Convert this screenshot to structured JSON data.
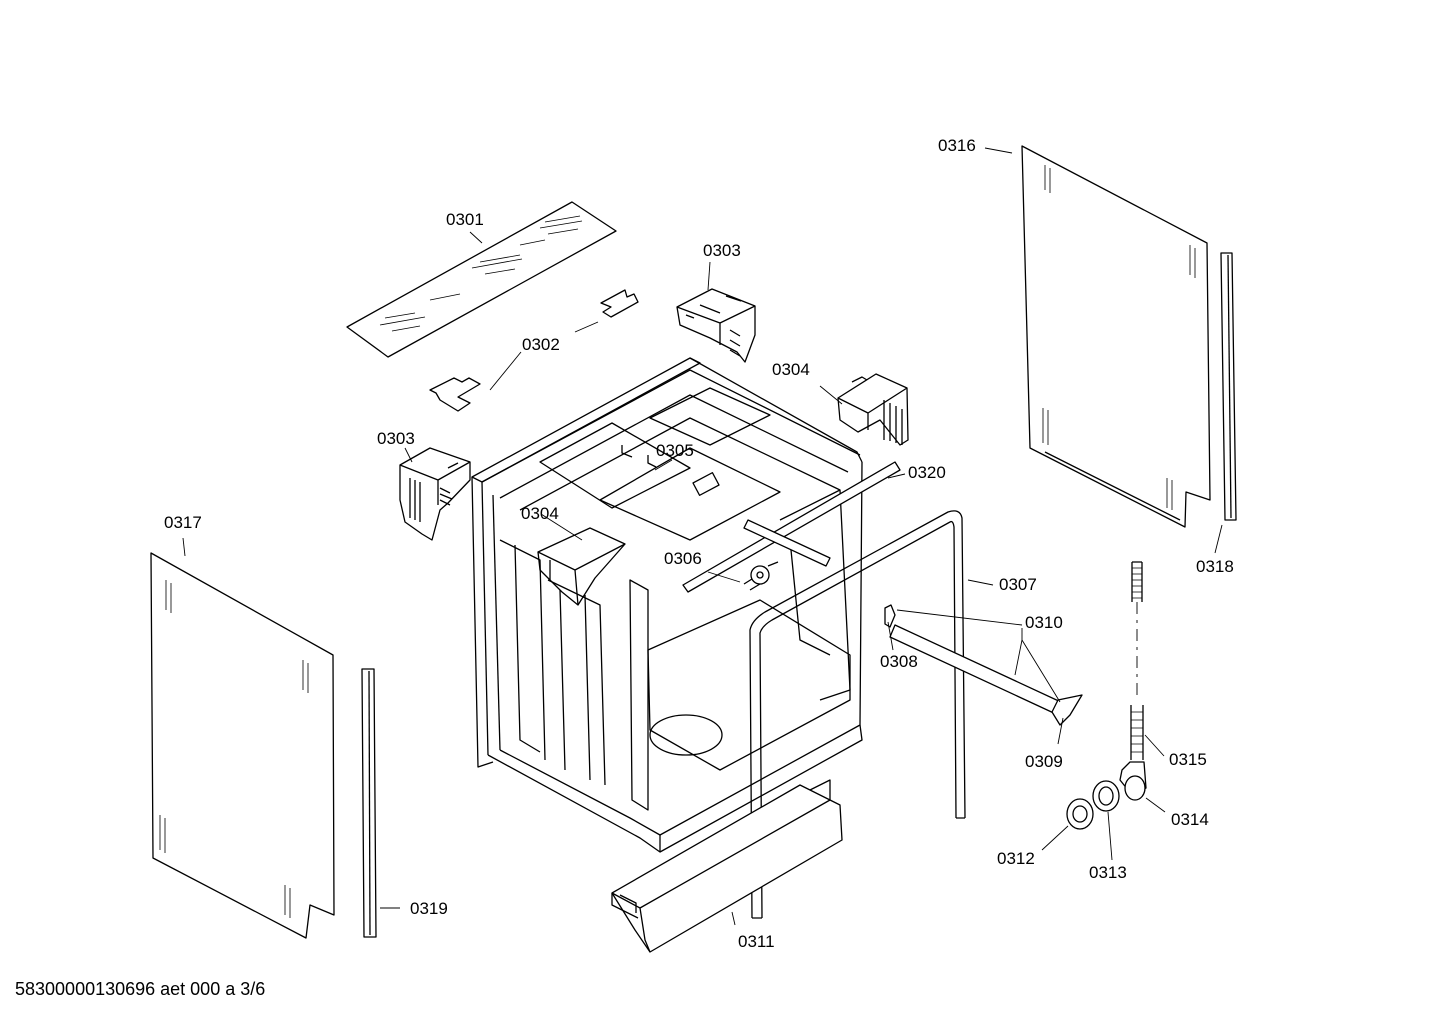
{
  "drawing_id": "58300000130696 aet 000 a 3/6",
  "callouts": {
    "c0301": "0301",
    "c0302": "0302",
    "c0303a": "0303",
    "c0303b": "0303",
    "c0304a": "0304",
    "c0304b": "0304",
    "c0305": "0305",
    "c0306": "0306",
    "c0307": "0307",
    "c0308": "0308",
    "c0309": "0309",
    "c0310": "0310",
    "c0311": "0311",
    "c0312": "0312",
    "c0313": "0313",
    "c0314": "0314",
    "c0315": "0315",
    "c0316": "0316",
    "c0317": "0317",
    "c0318": "0318",
    "c0319": "0319",
    "c0320": "0320"
  }
}
